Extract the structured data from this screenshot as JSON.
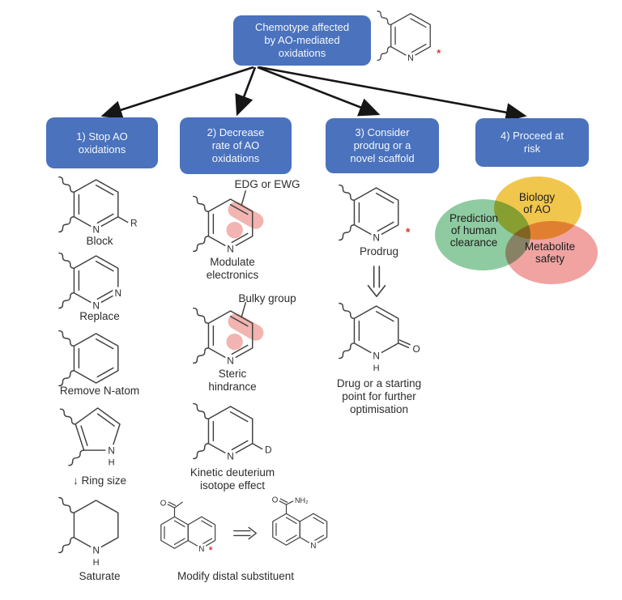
{
  "colors": {
    "box_blue": "#4a72bd",
    "highlight_pink": "rgba(228,106,98,0.5)",
    "venn_green": "#8fcba0",
    "venn_yellow": "#f0c64d",
    "venn_pink": "#f0a3a1",
    "asterisk_red": "#d93a2b",
    "arrow_black": "#161616"
  },
  "root_box": {
    "lines": [
      "Chemotype affected",
      "by AO-mediated",
      "oxidations"
    ]
  },
  "strategy_boxes": [
    {
      "lines": [
        "1) Stop AO",
        "oxidations"
      ]
    },
    {
      "lines": [
        "2) Decrease",
        "rate of AO",
        "oxidations"
      ]
    },
    {
      "lines": [
        "3) Consider",
        "prodrug or a",
        "novel scaffold"
      ]
    },
    {
      "lines": [
        "4) Proceed at",
        "risk"
      ]
    }
  ],
  "column1": {
    "captions": {
      "block": "Block",
      "replace": "Replace",
      "remove_n": "Remove N-atom",
      "ring_size": "↓ Ring size",
      "saturate": "Saturate"
    }
  },
  "column2": {
    "annotations": {
      "edg": "EDG or EWG",
      "bulky": "Bulky group"
    },
    "captions": {
      "modulate": [
        "Modulate",
        "electronics"
      ],
      "steric": [
        "Steric",
        "hindrance"
      ],
      "kdie": [
        "Kinetic deuterium",
        "isotope effect"
      ],
      "distal": "Modify distal substituent"
    }
  },
  "column3": {
    "captions": {
      "prodrug": "Prodrug",
      "drug": [
        "Drug or a starting",
        "point for further",
        "optimisation"
      ]
    }
  },
  "venn": {
    "green": [
      "Prediction",
      "of human",
      "clearance"
    ],
    "yellow": [
      "Biology",
      "of AO"
    ],
    "pink": [
      "Metabolite",
      "safety"
    ]
  },
  "atoms": {
    "n": "N",
    "h": "H",
    "r": "R",
    "d": "D",
    "o": "O",
    "nh2": "NH₂",
    "asterisk": "*"
  }
}
